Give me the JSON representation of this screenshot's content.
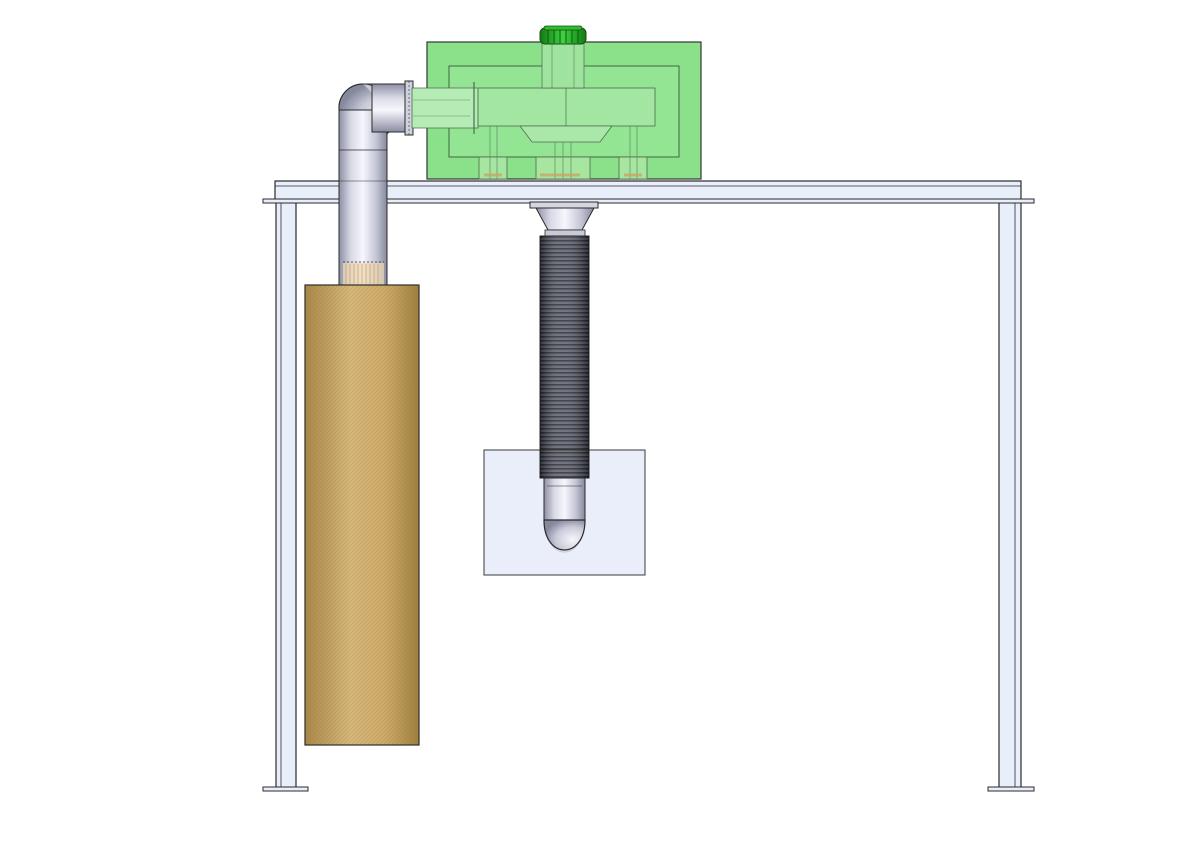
{
  "scene": {
    "colors": {
      "background": "#ffffff",
      "frame_fill": "#e9eefb",
      "outline": "#2b2b2b",
      "enclosure_green": "#7de07d",
      "fan_cap_green": "#22b422",
      "filter_tan": "#c9a766",
      "pipe_light": "#f4f4fb",
      "pipe_mid": "#c4c6d6",
      "pipe_dark": "#8d8fa4",
      "hose_dark": "#3c3f4a",
      "tray_fill": "#e7ecfa"
    },
    "components": [
      "table-frame",
      "green-enclosure",
      "fan-cap",
      "elbow-pipe",
      "vertical-pipe",
      "filter-cartridge",
      "flex-hose",
      "collector-tray"
    ]
  }
}
